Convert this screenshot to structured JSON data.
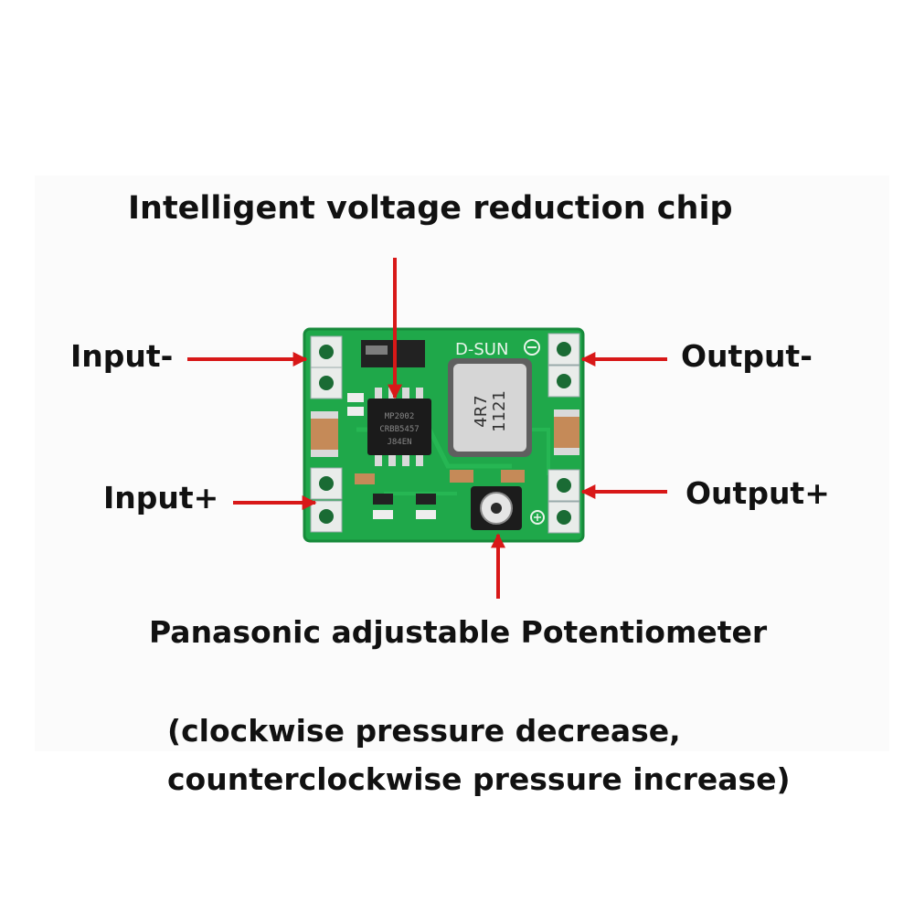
{
  "labels": {
    "chip": "Intelligent voltage reduction chip",
    "input_neg": "Input-",
    "output_neg": "Output-",
    "input_pos": "Input+",
    "output_pos": "Output+",
    "potentiometer": "Panasonic adjustable Potentiometer",
    "note_line1": "(clockwise pressure decrease,",
    "note_line2": "counterclockwise pressure increase)"
  },
  "board_markings": {
    "brand": "D-SUN",
    "inductor_line1": "4R7",
    "inductor_line2": "1121",
    "ic_text1": "MP2002",
    "ic_text2": "CRBB5457",
    "ic_text3": "J84EN"
  },
  "colors": {
    "pcb": "#1fa84a",
    "arrow": "#d81818",
    "label": "#111111"
  }
}
